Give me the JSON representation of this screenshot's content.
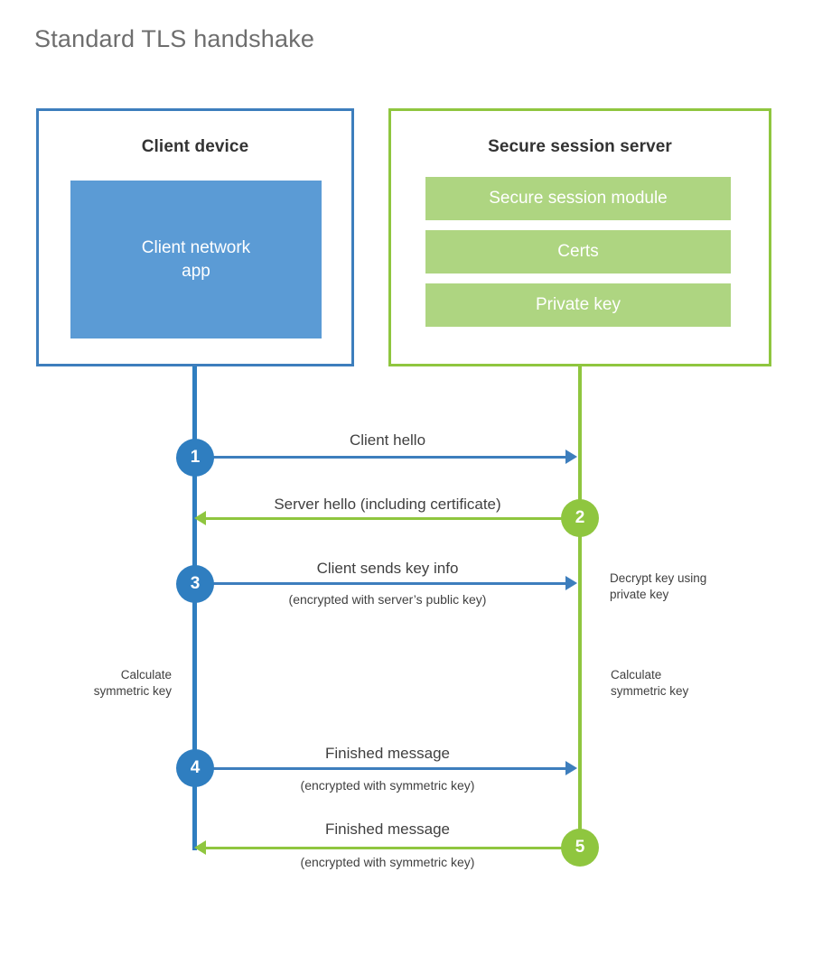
{
  "title": "Standard TLS handshake",
  "client": {
    "box_title": "Client device",
    "app_label": "Client network\napp",
    "border_color": "#3d7ebd",
    "app_fill": "#5b9bd5",
    "note_calculate": "Calculate\nsymmetric key"
  },
  "server": {
    "box_title": "Secure session server",
    "border_color": "#8fc63f",
    "block_fill": "#aed581",
    "blocks": [
      {
        "label": "Secure session module"
      },
      {
        "label": "Certs"
      },
      {
        "label": "Private key"
      }
    ],
    "note_decrypt": "Decrypt key using\nprivate key",
    "note_calculate": "Calculate\nsymmetric key"
  },
  "steps": [
    {
      "number": "1",
      "label": "Client hello",
      "sub": "",
      "direction": "client-to-server",
      "color": "#2f7ec0"
    },
    {
      "number": "2",
      "label": "Server hello (including certificate)",
      "sub": "",
      "direction": "server-to-client",
      "color": "#8fc63f"
    },
    {
      "number": "3",
      "label": "Client sends key info",
      "sub": "(encrypted with server’s public key)",
      "direction": "client-to-server",
      "color": "#2f7ec0"
    },
    {
      "number": "4",
      "label": "Finished message",
      "sub": "(encrypted with symmetric key)",
      "direction": "client-to-server",
      "color": "#2f7ec0"
    },
    {
      "number": "5",
      "label": "Finished message",
      "sub": "(encrypted with symmetric key)",
      "direction": "server-to-client",
      "color": "#8fc63f"
    }
  ]
}
